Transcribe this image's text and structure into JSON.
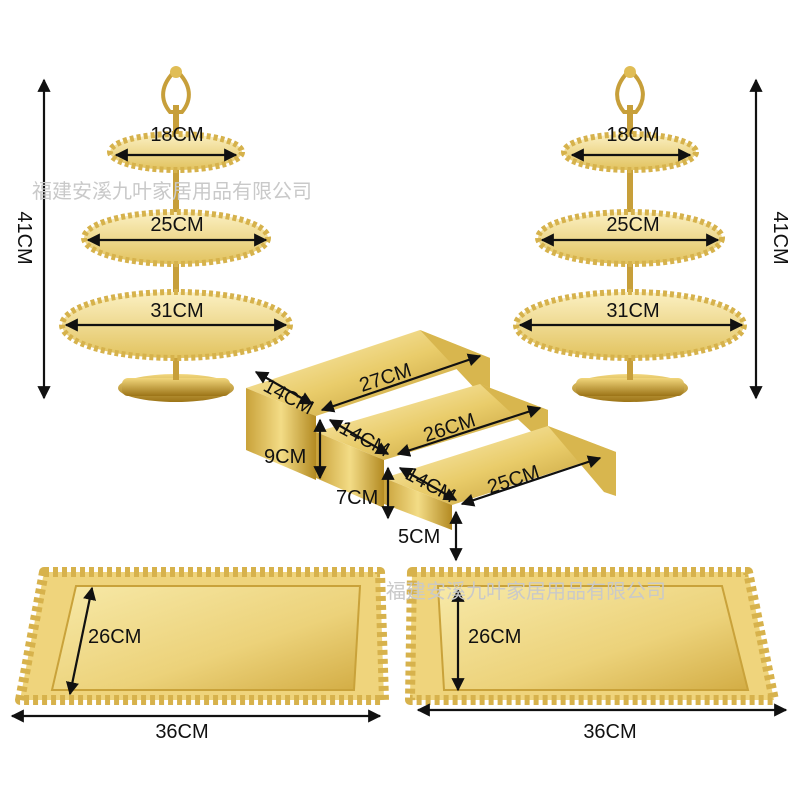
{
  "watermark": {
    "text_top": "福建安溪九叶家居用品有限公司",
    "text_bottom": "福建安溪九叶家居用品有限公司"
  },
  "left_stand": {
    "height_label": "41CM",
    "tier_top_label": "18CM",
    "tier_mid_label": "25CM",
    "tier_bottom_label": "31CM"
  },
  "right_stand": {
    "height_label": "41CM",
    "tier_top_label": "18CM",
    "tier_mid_label": "25CM",
    "tier_bottom_label": "31CM"
  },
  "risers": {
    "large_depth_label": "14CM",
    "large_width_label": "27CM",
    "large_height_label": "9CM",
    "medium_depth_label": "14CM",
    "medium_width_label": "26CM",
    "medium_height_label": "7CM",
    "small_depth_label": "14CM",
    "small_width_label": "25CM",
    "small_height_label": "5CM"
  },
  "left_tray": {
    "width_label": "36CM",
    "depth_label": "26CM"
  },
  "right_tray": {
    "width_label": "36CM",
    "depth_label": "26CM"
  },
  "colors": {
    "gold_light": "#f6e7a6",
    "gold": "#e2c35f",
    "gold_dark": "#b38a22"
  }
}
